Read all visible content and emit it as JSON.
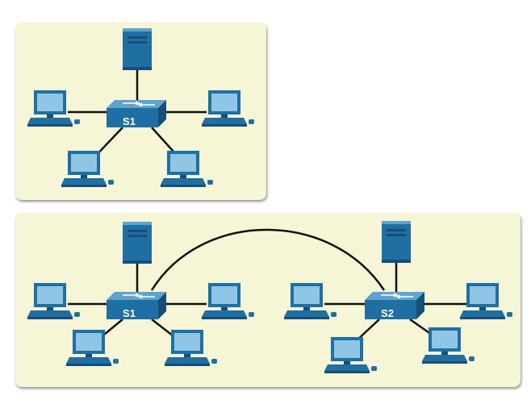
{
  "colors": {
    "panel_background": "#f6f5d6",
    "device_blue": "#1f6fa3",
    "device_dark": "#154f78",
    "screen_light": "#8fc6e6",
    "link": "#111111"
  },
  "single_switch_network": {
    "switch": {
      "label": "S1",
      "icon": "switch-icon"
    },
    "server": {
      "icon": "server-icon"
    },
    "pcs": [
      {
        "icon": "pc-icon"
      },
      {
        "icon": "pc-icon"
      },
      {
        "icon": "pc-icon"
      },
      {
        "icon": "pc-icon"
      }
    ]
  },
  "two_switch_network": {
    "switches": [
      {
        "label": "S1",
        "icon": "switch-icon"
      },
      {
        "label": "S2",
        "icon": "switch-icon"
      }
    ],
    "servers": [
      {
        "icon": "server-icon"
      },
      {
        "icon": "server-icon"
      }
    ],
    "pcs_per_switch": 4,
    "inter_switch_link": "S1-S2"
  }
}
